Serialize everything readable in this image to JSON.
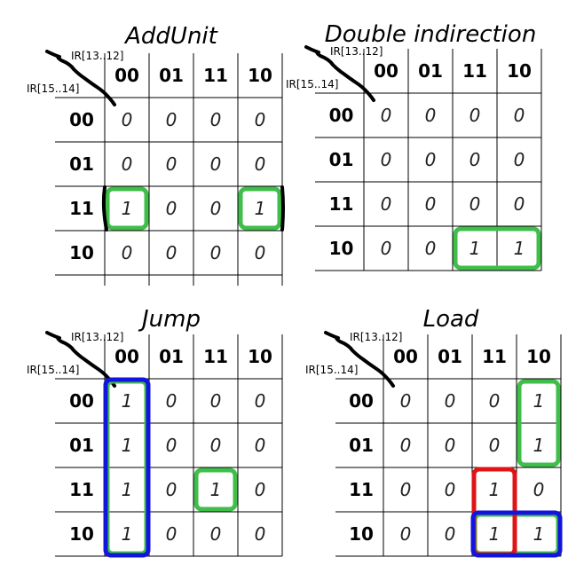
{
  "kmaps": [
    {
      "title": "AddUnit",
      "col_var": "IR[13..12]",
      "row_var": "IR[15..14]",
      "col_headers": [
        "00",
        "01",
        "11",
        "10"
      ],
      "row_headers": [
        "00",
        "01",
        "11",
        "10"
      ],
      "cells": [
        [
          "0",
          "0",
          "0",
          "0"
        ],
        [
          "0",
          "0",
          "0",
          "0"
        ],
        [
          "1",
          "0",
          "0",
          "1"
        ],
        [
          "0",
          "0",
          "0",
          "0"
        ]
      ],
      "groups": [
        {
          "color": "#3fbf4a",
          "r0": 2,
          "c0": 0,
          "r1": 2,
          "c1": 0,
          "wrap": "left"
        },
        {
          "color": "#3fbf4a",
          "r0": 2,
          "c0": 3,
          "r1": 2,
          "c1": 3,
          "wrap": "right"
        }
      ]
    },
    {
      "title": "Double indirection",
      "col_var": "IR[13..12]",
      "row_var": "IR[15..14]",
      "col_headers": [
        "00",
        "01",
        "11",
        "10"
      ],
      "row_headers": [
        "00",
        "01",
        "11",
        "10"
      ],
      "cells": [
        [
          "0",
          "0",
          "0",
          "0"
        ],
        [
          "0",
          "0",
          "0",
          "0"
        ],
        [
          "0",
          "0",
          "0",
          "0"
        ],
        [
          "0",
          "0",
          "1",
          "1"
        ]
      ],
      "groups": [
        {
          "color": "#3fbf4a",
          "r0": 3,
          "c0": 2,
          "r1": 3,
          "c1": 3
        }
      ]
    },
    {
      "title": "Jump",
      "col_var": "IR[13..12]",
      "row_var": "IR[15..14]",
      "col_headers": [
        "00",
        "01",
        "11",
        "10"
      ],
      "row_headers": [
        "00",
        "01",
        "11",
        "10"
      ],
      "cells": [
        [
          "1",
          "0",
          "0",
          "0"
        ],
        [
          "1",
          "0",
          "0",
          "0"
        ],
        [
          "1",
          "0",
          "1",
          "0"
        ],
        [
          "1",
          "0",
          "0",
          "0"
        ]
      ],
      "groups": [
        {
          "color": "#3fbf4a",
          "r0": 0,
          "c0": 0,
          "r1": 3,
          "c1": 0
        },
        {
          "color": "#1414e0",
          "r0": 0,
          "c0": 0,
          "r1": 3,
          "c1": 0
        },
        {
          "color": "#3fbf4a",
          "r0": 2,
          "c0": 2,
          "r1": 2,
          "c1": 2
        }
      ]
    },
    {
      "title": "Load",
      "col_var": "IR[13..12]",
      "row_var": "IR[15..14]",
      "col_headers": [
        "00",
        "01",
        "11",
        "10"
      ],
      "row_headers": [
        "00",
        "01",
        "11",
        "10"
      ],
      "cells": [
        [
          "0",
          "0",
          "0",
          "1"
        ],
        [
          "0",
          "0",
          "0",
          "1"
        ],
        [
          "0",
          "0",
          "1",
          "0"
        ],
        [
          "0",
          "0",
          "1",
          "1"
        ]
      ],
      "groups": [
        {
          "color": "#3fbf4a",
          "r0": 0,
          "c0": 3,
          "r1": 1,
          "c1": 3
        },
        {
          "color": "#3fbf4a",
          "r0": 3,
          "c0": 2,
          "r1": 3,
          "c1": 3
        },
        {
          "color": "#e01414",
          "r0": 2,
          "c0": 2,
          "r1": 3,
          "c1": 2
        },
        {
          "color": "#1414e0",
          "r0": 3,
          "c0": 2,
          "r1": 3,
          "c1": 3
        }
      ]
    }
  ]
}
